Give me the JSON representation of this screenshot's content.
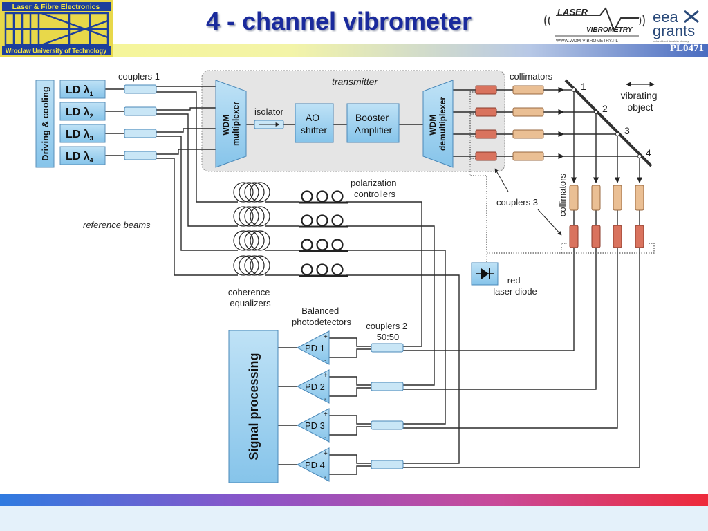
{
  "header": {
    "title": "4 - channel vibrometer",
    "code": "PL0471",
    "uni_logo": {
      "top_text": "Laser & Fibre Electronics",
      "bottom_text": "Wroclaw University of Technology"
    },
    "laser_logo": {
      "line1": "LASER",
      "line2": "VIBROMETRY",
      "url": "WWW.WDM-VIBROMETRY.PL"
    },
    "eea_logo": {
      "line1": "eea",
      "line2": "grants",
      "fine": "Iceland Liechtenstein Norway"
    }
  },
  "diagram": {
    "driving_cooling": "Driving & cooling",
    "ld_sources": [
      {
        "label": "LD λ",
        "sub": "1"
      },
      {
        "label": "LD λ",
        "sub": "2"
      },
      {
        "label": "LD λ",
        "sub": "3"
      },
      {
        "label": "LD λ",
        "sub": "4"
      }
    ],
    "couplers1": "couplers 1",
    "transmitter": "transmitter",
    "wdm_mux": [
      "WDM",
      "multiplexer"
    ],
    "isolator": "isolator",
    "ao_shifter": [
      "AO",
      "shifter"
    ],
    "booster": [
      "Booster",
      "Amplifier"
    ],
    "wdm_demux": [
      "WDM",
      "demultiplexer"
    ],
    "collimators_top": "collimators",
    "collimators_side": "collimators",
    "beam_numbers": [
      "1",
      "2",
      "3",
      "4"
    ],
    "vibrating_object": [
      "vibrating",
      "object"
    ],
    "polarization": [
      "polarization",
      "controllers"
    ],
    "reference_beams": "reference beams",
    "coherence": [
      "coherence",
      "equalizers"
    ],
    "couplers3": "couplers 3",
    "red_laser": [
      "red",
      "laser diode"
    ],
    "balanced": [
      "Balanced",
      "photodetectors"
    ],
    "couplers2": [
      "couplers 2",
      "50:50"
    ],
    "signal_processing": "Signal processing",
    "photodetectors": [
      "PD 1",
      "PD 2",
      "PD 3",
      "PD 4"
    ],
    "pd_plus": "+",
    "pd_minus": "-"
  },
  "colors": {
    "title": "#1a2a9c",
    "blue_box": "#9fd0ee",
    "coupler": "#c9e6f6",
    "collimator": "#eabf94",
    "red_coupler": "#d9735e",
    "wire": "#2a2a2a"
  }
}
